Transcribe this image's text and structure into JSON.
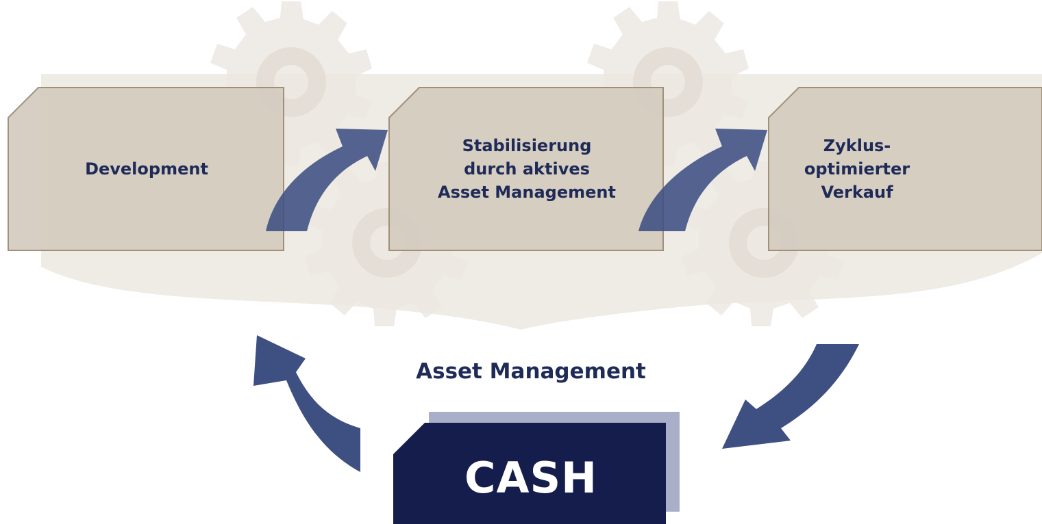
{
  "stages": [
    {
      "label": "Development"
    },
    {
      "label": "Stabilisierung\ndurch aktives\nAsset Management"
    },
    {
      "label": "Zyklus-\noptimierter\nVerkauf"
    }
  ],
  "cycle_label": "Asset Management",
  "cash_label": "CASH",
  "colors": {
    "stage_fill": "#d6cdc1",
    "stage_border": "#9c8c73",
    "arrow": "#3e4f82",
    "cash_fill": "#141d4b",
    "cash_shadow": "#a9afc8",
    "gear": "#efece8",
    "text": "#1e2a57"
  },
  "icons": [
    "gear-icon",
    "curved-arrow-icon"
  ]
}
